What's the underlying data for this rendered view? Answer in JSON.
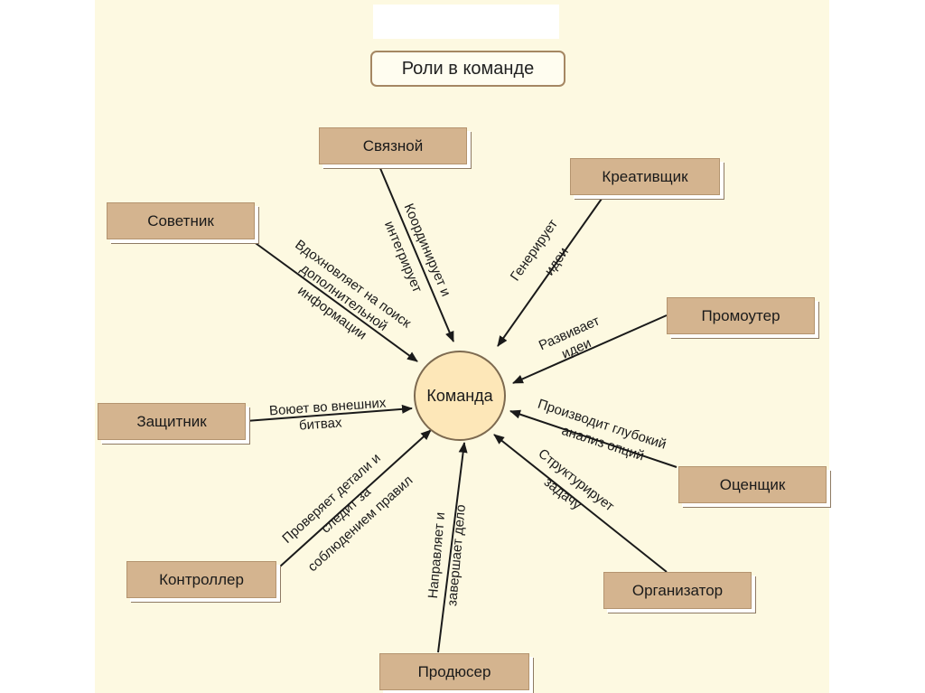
{
  "title": "Роли в команде",
  "center": "Команда",
  "roles": [
    {
      "id": "svyaznoy",
      "name": "Связной",
      "relation": "Координирует и интегрирует"
    },
    {
      "id": "kreativshchik",
      "name": "Креативщик",
      "relation": "Генерирует идеи"
    },
    {
      "id": "sovetnik",
      "name": "Советник",
      "relation": "Вдохновляет на поиск дополнительной информации"
    },
    {
      "id": "promouter",
      "name": "Промоутер",
      "relation": "Развивает идеи"
    },
    {
      "id": "zashchitnik",
      "name": "Защитник",
      "relation": "Воюет во внешних битвах"
    },
    {
      "id": "otsenshchik",
      "name": "Оценщик",
      "relation": "Производит глубокий анализ опций"
    },
    {
      "id": "kontroller",
      "name": "Контроллер",
      "relation": "Проверяет детали и следит за соблюдением правил"
    },
    {
      "id": "organizator",
      "name": "Организатор",
      "relation": "Структурирует задачу"
    },
    {
      "id": "prodyuser",
      "name": "Продюсер",
      "relation": "Направляет и завершает дело"
    }
  ]
}
